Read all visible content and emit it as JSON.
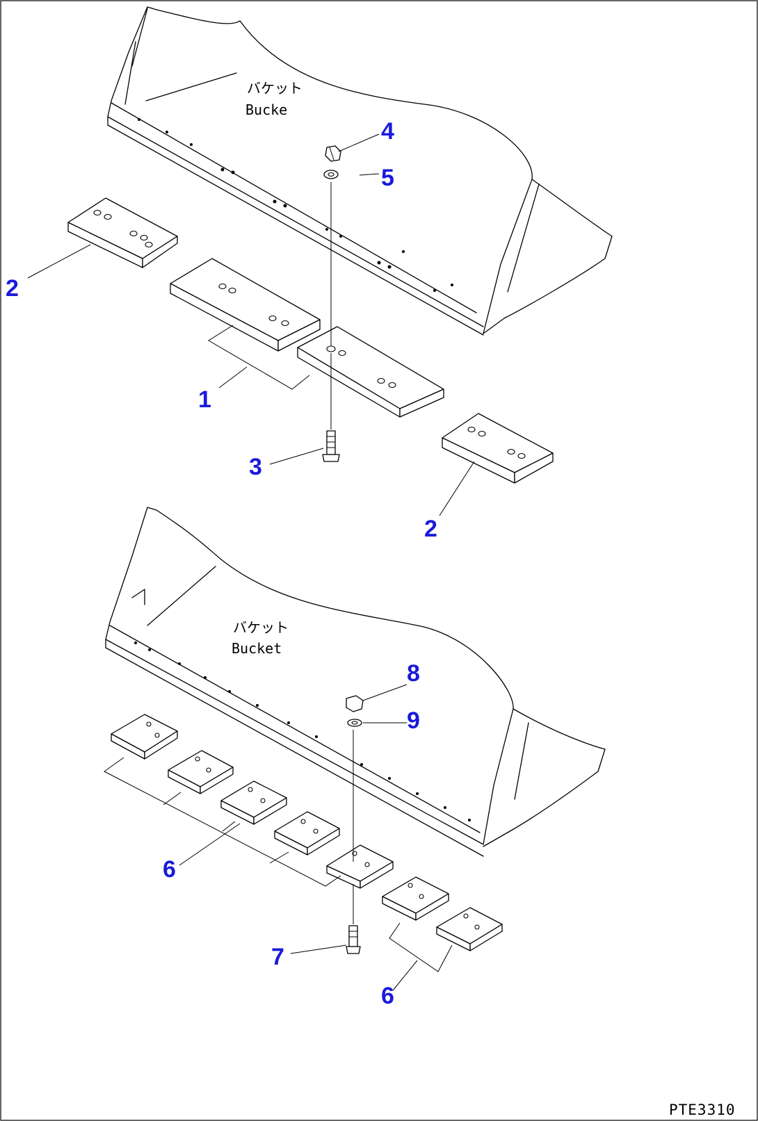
{
  "drawing_code": "PTE3310",
  "upper_assembly": {
    "bucket_label_jp": "バケット",
    "bucket_label_en": "Bucke",
    "callouts": {
      "c1": "1",
      "c2a": "2",
      "c2b": "2",
      "c3": "3",
      "c4": "4",
      "c5": "5"
    }
  },
  "lower_assembly": {
    "bucket_label_jp": "バケット",
    "bucket_label_en": "Bucket",
    "callouts": {
      "c6a": "6",
      "c6b": "6",
      "c7": "7",
      "c8": "8",
      "c9": "9"
    }
  },
  "colors": {
    "callout": "#1a1adc",
    "line": "#000000",
    "background": "#ffffff"
  }
}
